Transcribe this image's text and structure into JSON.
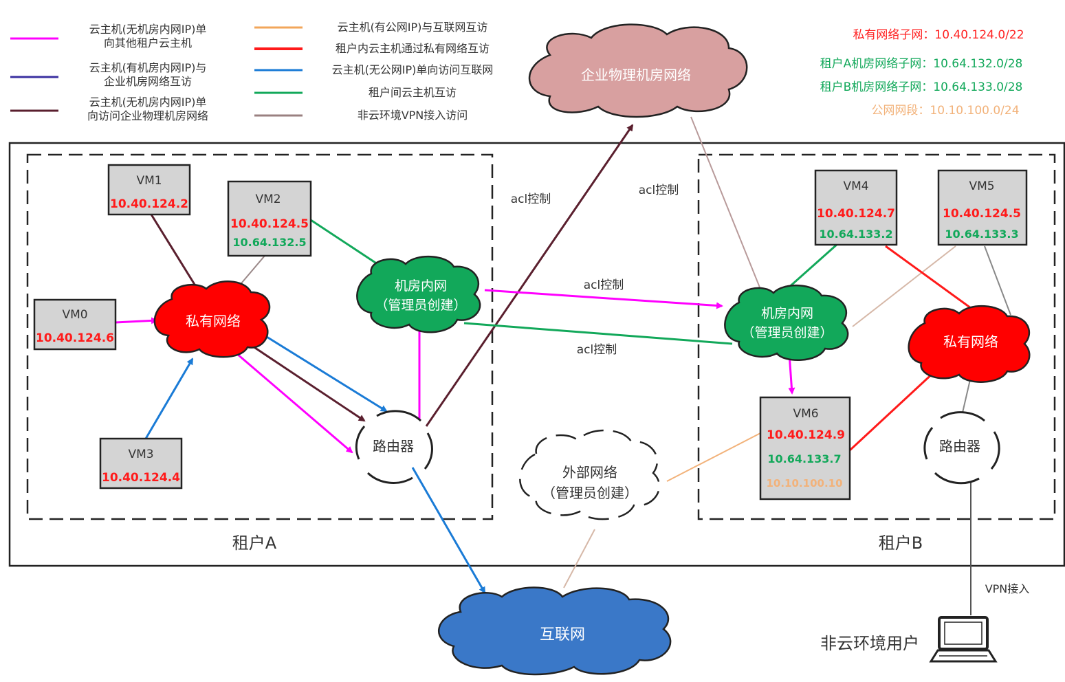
{
  "legend": {
    "items": [
      {
        "label_line1": "云主机(无机房内网IP)单",
        "label_line2": "向其他租户云主机",
        "color": "#ff00ff"
      },
      {
        "label_line1": "云主机(有机房内网IP)与",
        "label_line2": "企业机房网络互访",
        "color": "#3a2fa0"
      },
      {
        "label_line1": "云主机(无机房内网IP)单",
        "label_line2": "向访问企业物理机房网络",
        "color": "#5a1f2e"
      },
      {
        "label_line1": "云主机(有公网IP)与互联网互访",
        "label_line2": "",
        "color": "#f2a65a"
      },
      {
        "label_line1": "租户内云主机通过私有网络互访",
        "label_line2": "",
        "color": "#ff1a1a"
      },
      {
        "label_line1": "云主机(无公网IP)单向访问互联网",
        "label_line2": "",
        "color": "#1a7bd6"
      },
      {
        "label_line1": "租户间云主机互访",
        "label_line2": "",
        "color": "#12a85a"
      },
      {
        "label_line1": "非云环境VPN接入访问",
        "label_line2": "",
        "color": "#9a8080"
      }
    ]
  },
  "subnets": [
    {
      "label": "私有网络子网：10.40.124.0/22",
      "color": "#ff2020"
    },
    {
      "label": "租户A机房网络子网：10.64.132.0/28",
      "color": "#12a85a"
    },
    {
      "label": "租户B机房网络子网：10.64.133.0/28",
      "color": "#12a85a"
    },
    {
      "label": "公网网段：10.10.100.0/24",
      "color": "#f2b27a"
    }
  ],
  "clouds": {
    "enterprise": "企业物理机房网络",
    "private_a": "私有网络",
    "dc_a_line1": "机房内网",
    "dc_a_line2": "（管理员创建）",
    "dc_b_line1": "机房内网",
    "dc_b_line2": "（管理员创建）",
    "private_b": "私有网络",
    "external_line1": "外部网络",
    "external_line2": "（管理员创建）",
    "internet": "互联网"
  },
  "routers": {
    "a": "路由器",
    "b": "路由器"
  },
  "vms": [
    {
      "name": "VM1",
      "ip1": "10.40.124.2",
      "ip2": ""
    },
    {
      "name": "VM2",
      "ip1": "10.40.124.5",
      "ip2": "10.64.132.5"
    },
    {
      "name": "VM0",
      "ip1": "10.40.124.6",
      "ip2": ""
    },
    {
      "name": "VM3",
      "ip1": "10.40.124.4",
      "ip2": ""
    },
    {
      "name": "VM4",
      "ip1": "10.40.124.7",
      "ip2": "10.64.133.2"
    },
    {
      "name": "VM5",
      "ip1": "10.40.124.5",
      "ip2": "10.64.133.3"
    },
    {
      "name": "VM6",
      "ip1": "10.40.124.9",
      "ip2": "10.64.133.7",
      "ip3": "10.10.100.10"
    }
  ],
  "acl_labels": [
    "acl控制",
    "acl控制",
    "acl控制",
    "acl控制"
  ],
  "tenants": {
    "a": "租户A",
    "b": "租户B"
  },
  "vpn_label": "VPN接入",
  "user_label": "非云环境用户",
  "colors": {
    "red": "#ff1a1a",
    "green": "#12a85a",
    "magenta": "#ff00ff",
    "blue": "#1a7bd6",
    "maroon": "#5a1f2e",
    "beige": "#f2b27a",
    "grey": "#9a8888",
    "enterprise_cloud": "#d8a0a0",
    "internet_cloud": "#3a78c8"
  }
}
